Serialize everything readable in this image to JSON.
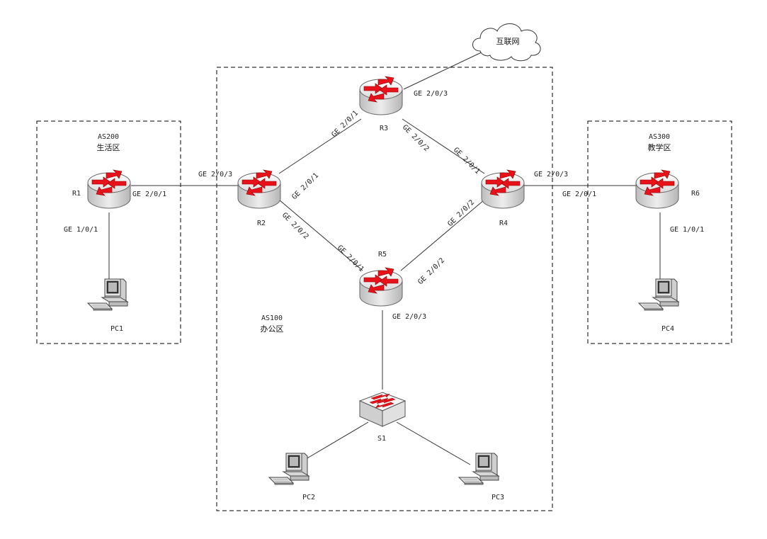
{
  "zones": {
    "as200": {
      "as": "AS200",
      "name": "生活区"
    },
    "as100": {
      "as": "AS100",
      "name": "办公区"
    },
    "as300": {
      "as": "AS300",
      "name": "教学区"
    }
  },
  "internet": {
    "label": "互联网"
  },
  "devices": {
    "R1": "R1",
    "R2": "R2",
    "R3": "R3",
    "R4": "R4",
    "R5": "R5",
    "R6": "R6",
    "S1": "S1",
    "PC1": "PC1",
    "PC2": "PC2",
    "PC3": "PC3",
    "PC4": "PC4"
  },
  "interfaces": {
    "r1_ge201": "GE 2/0/1",
    "r1_ge101": "GE 1/0/1",
    "r2_ge203": "GE 2/0/3",
    "r2_ge201": "GE 2/0/1",
    "r2_ge202": "GE 2/0/2",
    "r3_ge201": "GE 2/0/1",
    "r3_ge203": "GE 2/0/3",
    "r3_ge202": "GE 2/0/2",
    "r4_ge201": "GE 2/0/1",
    "r4_ge202": "GE 2/0/2",
    "r4_ge203": "GE 2/0/3",
    "r5_ge201": "GE 2/0/1",
    "r5_ge202": "GE 2/0/2",
    "r5_ge203": "GE 2/0/3",
    "r6_ge201": "GE 2/0/1",
    "r6_ge101": "GE 1/0/1"
  },
  "colors": {
    "arrow": "#e8121b",
    "router_top": "#f1f1f1",
    "router_side": "#d9d9d9",
    "line": "#333333"
  }
}
